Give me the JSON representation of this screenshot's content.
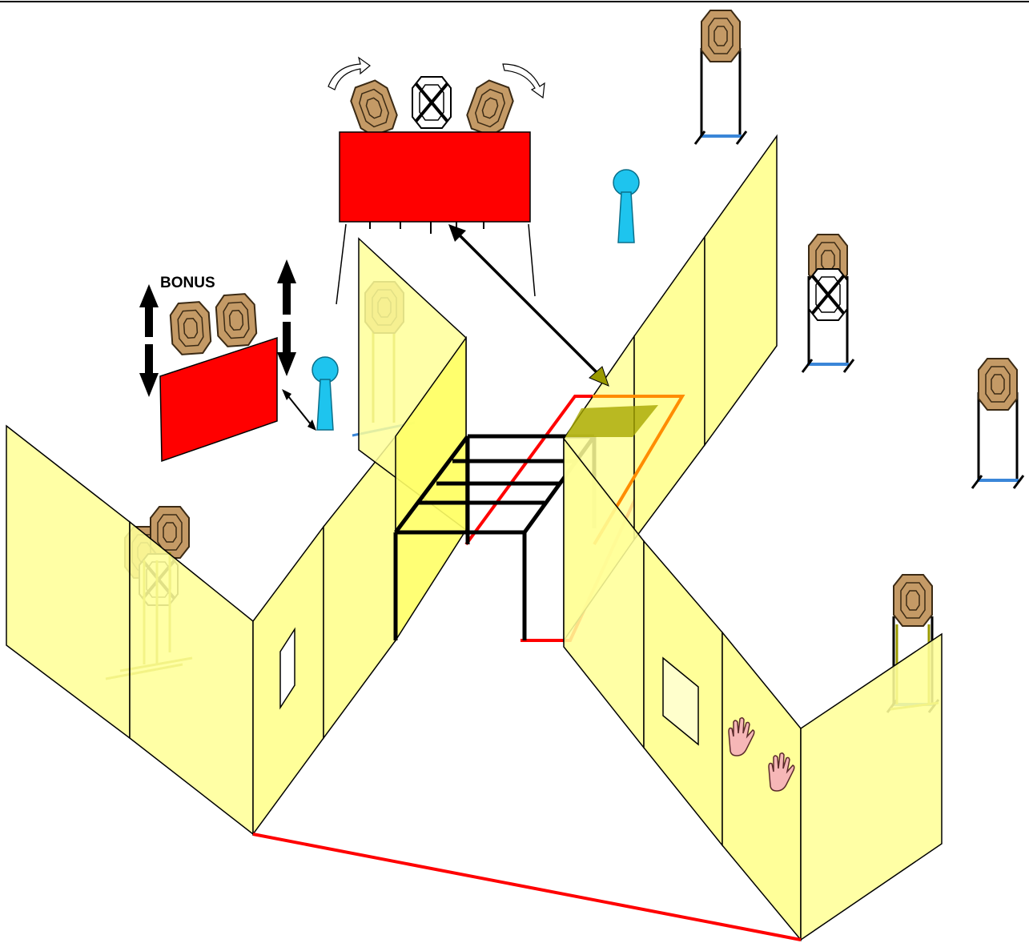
{
  "labels": {
    "bonus": "BONUS"
  },
  "colors": {
    "wall_fill": "#ffff99",
    "wall_stroke": "#000000",
    "target_fill": "#c49a66",
    "target_stroke": "#5a3d1e",
    "popper_fill": "#1ec4ee",
    "barricade_fill": "#ff0000",
    "fault_line": "#ff0000",
    "orange_line": "#ff8c00",
    "ground_plate": "#a8a800",
    "no_shoot_fill": "#ffffff",
    "hand_fill": "#f6b7b7",
    "arrow": "#000000"
  },
  "icons": {
    "target": "paper-target-octagon",
    "no_shoot": "no-shoot-target",
    "popper": "steel-popper",
    "hand": "hand-marker",
    "swing_arrow": "swinging-arrow",
    "move_arrow": "up-down-arrow"
  }
}
